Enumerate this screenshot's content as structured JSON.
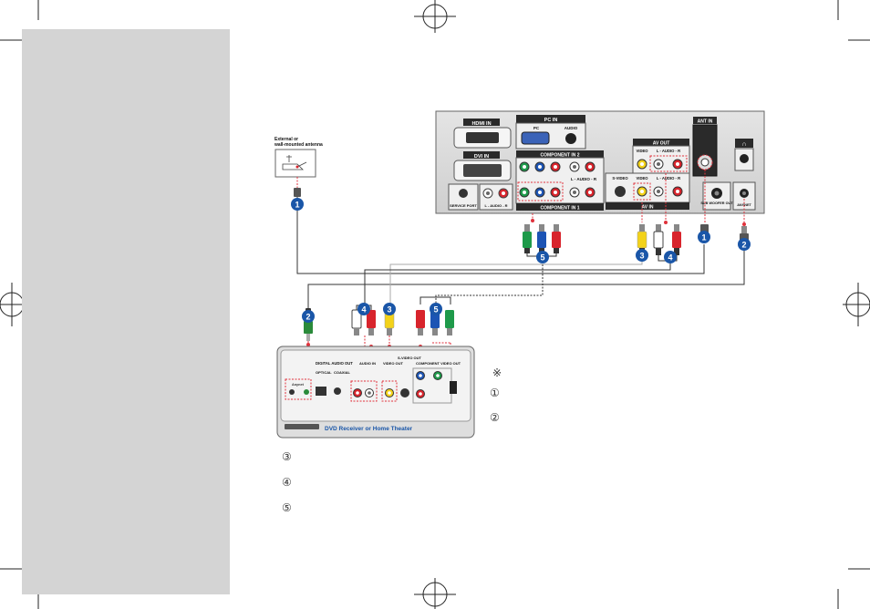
{
  "antenna": {
    "label_line1": "External or",
    "label_line2": "wall-mounted antenna"
  },
  "tv_panel": {
    "hdmi_in": "HDMI IN",
    "pc_in": "PC IN",
    "pc": "PC",
    "audio": "AUDIO",
    "dvi_in": "DVI IN",
    "component_in_2": "COMPONENT IN 2",
    "component_in_1": "COMPONENT IN 1",
    "l_audio_r": "L - AUDIO - R",
    "av_out": "AV OUT",
    "av_in": "AV IN",
    "video": "VIDEO",
    "s_video": "S-VIDEO",
    "ant_in": "ANT IN",
    "sub_woofer_out": "SUB WOOFER OUT",
    "service_port": "SERVICE PORT",
    "anynet": "ANYNET"
  },
  "dvd_panel": {
    "digital_audio_out": "DIGITAL AUDIO OUT",
    "optical": "OPTICAL",
    "coaxial": "COAXIAL",
    "audio_in": "AUDIO IN",
    "video_out": "VIDEO OUT",
    "s_video_out": "S-VIDEO OUT",
    "component_video_out": "COMPONENT VIDEO OUT",
    "anynet": "Anynet",
    "name": "DVD Receiver or Home Theater"
  },
  "badges": [
    "1",
    "2",
    "3",
    "4",
    "5"
  ],
  "circled_notes": {
    "asterisk": "※",
    "n1": "①",
    "n2": "②",
    "n3": "③",
    "n4": "④",
    "n5": "⑤"
  },
  "colors": {
    "badge_blue": "#1a56a8",
    "dash_red": "#e0323c",
    "cable_green": "#1e9a4a",
    "cable_blue": "#1c54b4",
    "cable_red": "#d8242c",
    "cable_yellow": "#f3d21a",
    "sidebar_gray": "#d4d4d4"
  }
}
